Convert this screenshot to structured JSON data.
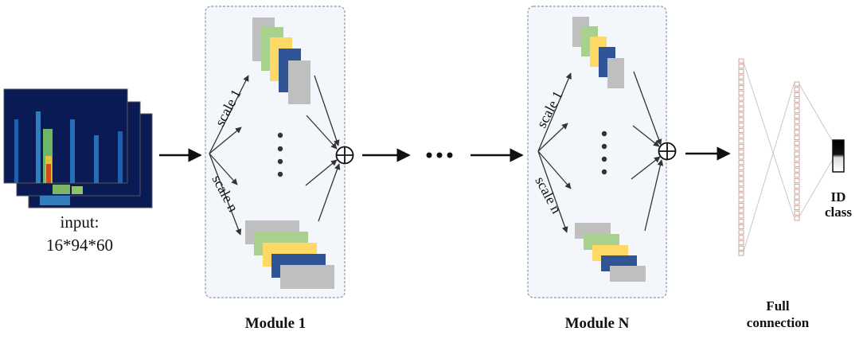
{
  "input": {
    "line1": "input:",
    "line2": "16*94*60"
  },
  "modules": [
    {
      "title": "Module 1",
      "scale_top": "scale 1",
      "scale_bottom": "scale n"
    },
    {
      "title": "Module N",
      "scale_top": "scale 1",
      "scale_bottom": "scale n"
    }
  ],
  "full_connection": {
    "line1": "Full",
    "line2": "connection"
  },
  "output": {
    "line1": "ID",
    "line2": "class"
  },
  "colors": {
    "gray": "#bfbfbf",
    "green": "#a9d18e",
    "yellow": "#ffd966",
    "blue": "#2f5597",
    "module_fill": "#f3f6fa",
    "module_border": "#8c9aa8",
    "fc_node": "#c9a79a",
    "heatmap_bg": "#0a1a55"
  }
}
